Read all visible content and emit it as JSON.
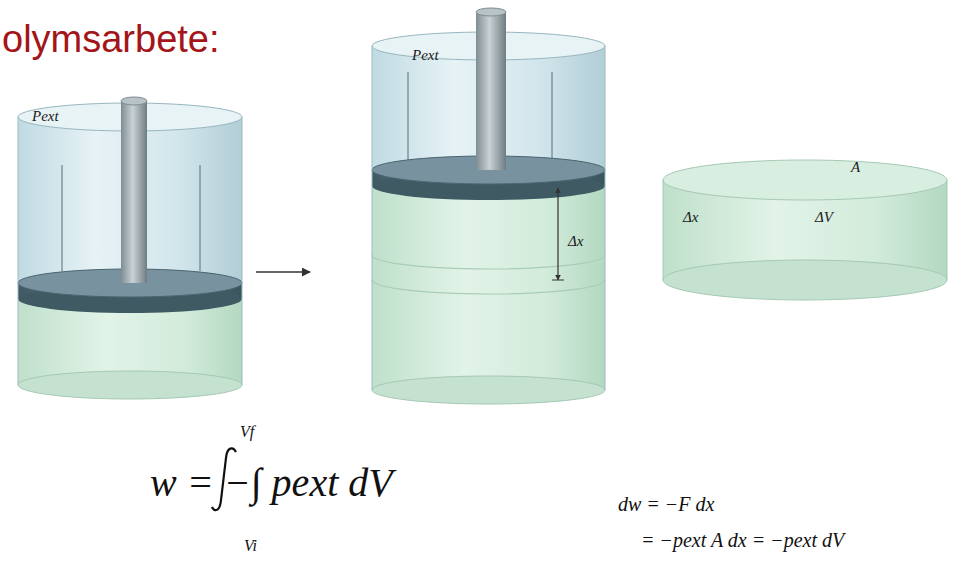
{
  "diagram": {
    "title": "olymsarbete:",
    "nodes": [
      {
        "text": [
          "Pext"
        ]
      },
      {
        "text": [
          "Pext",
          "Δx"
        ]
      },
      {
        "text": [
          "A",
          "Δx",
          "ΔV"
        ]
      }
    ],
    "edges": [
      {
        "from": 0,
        "to": 1,
        "arrow": "to"
      }
    ],
    "labels": [
      "Vf",
      "w = −∫ pext dV",
      "Vi",
      "dw = −F dx",
      "= −pext A dx = −pext dV"
    ]
  }
}
